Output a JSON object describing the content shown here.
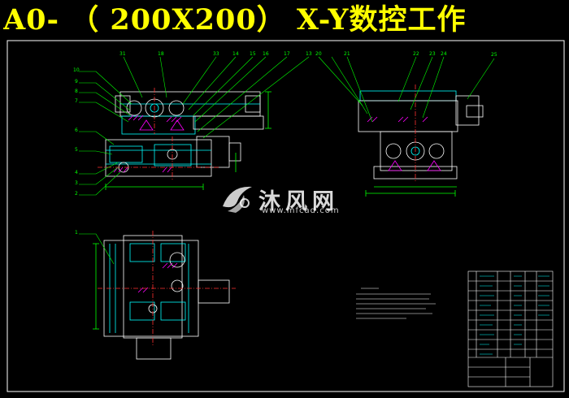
{
  "drawing": {
    "title": "A0- （ 200X200） X-Y数控工作",
    "colors": {
      "background": "#000000",
      "title": "#ffff00",
      "outline": "#ffffff",
      "part": "#00ffff",
      "leader": "#00ff00",
      "hatch": "#ff00ff",
      "center": "#ff3030",
      "dim": "#00ff00"
    }
  },
  "balloons": {
    "top_left": [
      "31",
      "18",
      "33",
      "14",
      "15",
      "16",
      "17",
      "13"
    ],
    "top_right": [
      "20",
      "21",
      "22",
      "23",
      "24",
      "25"
    ],
    "left_side": [
      "10",
      "9",
      "8",
      "7",
      "6",
      "5",
      "4",
      "3",
      "2"
    ],
    "lower_view": [
      "1"
    ]
  },
  "watermark": {
    "brand": "沐风网",
    "url": "www.mfcad.com",
    "logo_icon": "mfcad-logo-icon"
  }
}
